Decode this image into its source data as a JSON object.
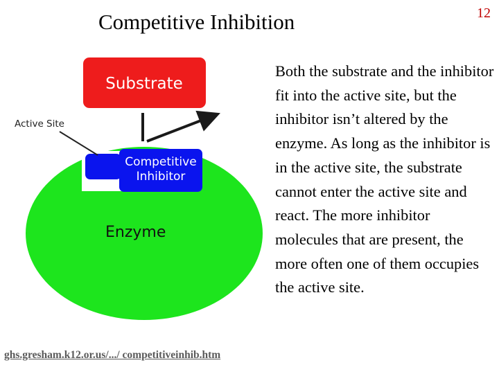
{
  "slide": {
    "title": "Competitive Inhibition",
    "number": "12",
    "body": "Both the substrate and the inhibitor fit into the active site, but the inhibitor isn’t altered by the enzyme. As long as the inhibitor is in the active site, the substrate cannot enter the active site and react. The more inhibitor molecules that are present,  the more often one of them occupies the active site.",
    "source": "ghs.gresham.k12.or.us/.../ competitiveinhib.htm"
  },
  "diagram": {
    "substrate_label": "Substrate",
    "inhibitor_line1": "Competitive",
    "inhibitor_line2": "Inhibitor",
    "enzyme_label": "Enzyme",
    "active_site_label": "Active Site",
    "colors": {
      "substrate": "#ee1c1c",
      "inhibitor": "#0a14ee",
      "enzyme": "#1de51d",
      "slide_number": "#c00000"
    }
  }
}
